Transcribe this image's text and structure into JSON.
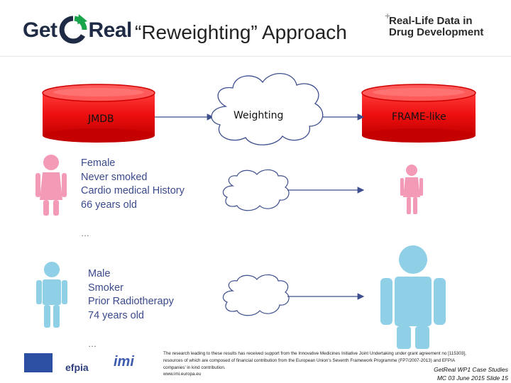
{
  "header": {
    "logo_left": "Get",
    "logo_right": "Real",
    "title": "“Reweighting” Approach",
    "rl_line1": "Real-Life Data in",
    "rl_line2": "Drug Development"
  },
  "diagram": {
    "left_db_label": "JMDB",
    "cloud_label": "Weighting",
    "right_db_label": "FRAME-like",
    "patient1": {
      "sex": "Female",
      "smoking": "Never smoked",
      "history": "Cardio medical History",
      "age": "66 years old",
      "more": "…"
    },
    "patient2": {
      "sex": "Male",
      "smoking": "Smoker",
      "history": "Prior Radiotherapy",
      "age": "74 years old",
      "more": "…"
    }
  },
  "footer": {
    "funding_text": "The research leading to these results has received support from the Innovative Medicines Initiative Joint Undertaking under grant agreement no [115303], resources of which are composed of financial contribution from the European Union's Seventh Framework Programme (FP7/2007-2013) and EFPIA companies' in kind contribution.",
    "website": "www.imi.europa.eu",
    "efpia_label": "efpia",
    "imi_label": "imi",
    "case_study": "GetReal WP1 Case Studies",
    "meeting": "MC 03 June 2015   Slide 15"
  },
  "colors": {
    "db_red": "#ee1010",
    "female_pink": "#f39ab6",
    "male_blue": "#8fd0e6",
    "cloud_stroke": "#3e4f8e",
    "arrow": "#3e4f8e"
  }
}
